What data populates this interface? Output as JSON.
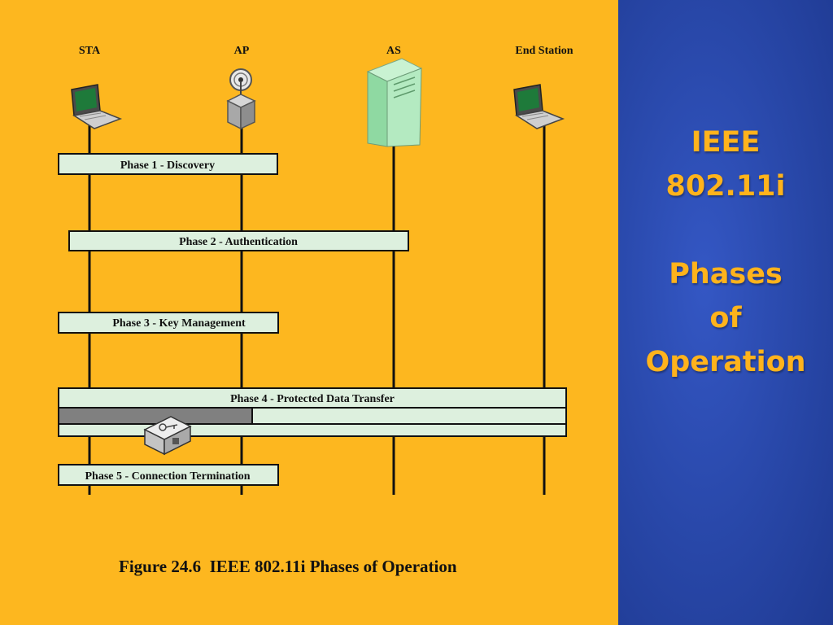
{
  "entities": [
    {
      "id": "sta",
      "label": "STA",
      "icon": "laptop-icon"
    },
    {
      "id": "ap",
      "label": "AP",
      "icon": "access-point-icon"
    },
    {
      "id": "as",
      "label": "AS",
      "icon": "server-icon"
    },
    {
      "id": "end",
      "label": "End Station",
      "icon": "laptop-icon"
    }
  ],
  "phases": [
    {
      "label": "Phase 1 - Discovery"
    },
    {
      "label": "Phase 2 - Authentication"
    },
    {
      "label": "Phase 3 - Key Management"
    },
    {
      "label": "Phase 4 - Protected Data Transfer"
    },
    {
      "label": "Phase 5 - Connection Termination"
    }
  ],
  "caption": "Figure 24.6  IEEE 802.11i Phases of Operation",
  "title": {
    "line1": "IEEE",
    "line2": "802.11i",
    "line3": "Phases",
    "line4": "of",
    "line5": "Operation"
  },
  "colors": {
    "left_background": "#FDB71F",
    "right_background": "#2A4AB0",
    "title_text": "#FFB31C",
    "phase_box_fill": "#DDF0DE",
    "tunnel_fill": "#808080"
  }
}
